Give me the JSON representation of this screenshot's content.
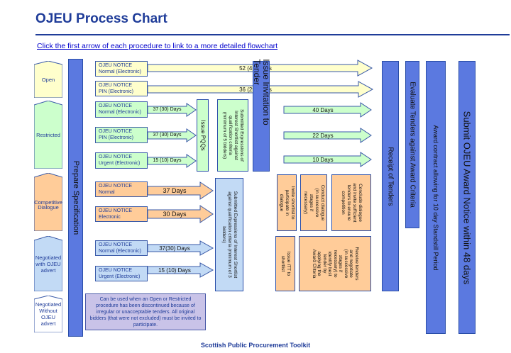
{
  "header": {
    "title": "OJEU Process Chart",
    "subtitle": "Click the first arrow of each procedure to link to a more detailed flowchart",
    "footer": "Scottish Public Procurement  Toolkit"
  },
  "procedures": {
    "open": "Open",
    "restricted": "Restricted",
    "competitive_dialogue": [
      "Competitive",
      "Dialogue"
    ],
    "negotiated_with": [
      "Negotiated",
      "with OJEU",
      "advert"
    ],
    "negotiated_without": [
      "Negotiated",
      "Without",
      "OJEU",
      "advert"
    ]
  },
  "notices": {
    "open_normal": [
      "OJEU NOTICE",
      "Normal (Electronic)"
    ],
    "open_pin": [
      "OJEU NOTICE",
      "PIN (Electronic)"
    ],
    "restricted_normal": [
      "OJEU NOTICE",
      "Normal (Electronic)"
    ],
    "restricted_pin": [
      "OJEU NOTICE",
      "PIN (Electronic)"
    ],
    "restricted_urgent": [
      "OJEU NOTICE",
      "Urgent (Electronic)"
    ],
    "cd_normal": [
      "OJEU NOTICE",
      "Normal"
    ],
    "cd_electronic": [
      "OJEU NOTICE",
      "Electronic"
    ],
    "neg_normal": [
      "OJEU NOTICE",
      "Normal (Electronic)"
    ],
    "neg_urgent": [
      "OJEU NOTICE",
      "Urgent (Electronic)"
    ]
  },
  "arrows": {
    "open_52": "52 (45) Days",
    "open_36": "36 (29) Days",
    "r_37": "37 (30) Days",
    "r_37b": "37 (30) Days",
    "r_15": "15 (10) Days",
    "r_40": "40 Days",
    "r_22": "22 Days",
    "r_10": "10 Days",
    "cd_37": "37 Days",
    "cd_30": "30 Days",
    "n_37": "37(30)  Days",
    "n_15": "15 (10) Days"
  },
  "bars": {
    "prepare": "Prepare Specification",
    "issue_pqqs": "Issue PQQs",
    "submitted_restricted": [
      "Submitted Expressions of",
      "Interest Shortlist against",
      "qualification criteria",
      "(minimum of 5 bidders)"
    ],
    "issue_invitation": [
      "Issue Invitation to",
      "Tender"
    ],
    "submitted_cd": [
      "Submitted Expressions of Interest Shortlist",
      "against qualification criteria (minimum of 3",
      "bidders)"
    ],
    "receipt": "Receipt of Tenders",
    "evaluate": "Evaluate Tenders against   Award Criteria",
    "standstill": "Award contract allowing for 10 day Standstill Period",
    "submit_notice": "Submit OJEU Award Notice within 48 days"
  },
  "boxes": {
    "invite_shortlist": [
      "Invite shortlist to",
      "participate in",
      "dialogue"
    ],
    "conduct_dialogue": [
      "Conduct dialogue",
      "(in successive",
      "stages if",
      "necessary)"
    ],
    "conclude_dialogue": [
      "Conclude dialogue",
      "and invite sufficient",
      "tenders to ensure",
      "competition"
    ],
    "issue_itt": [
      "Issue ITT to",
      "shortlist"
    ],
    "receive_tenders": [
      "Receive tenders",
      "and negotiate",
      "(in successive",
      "stages if",
      "necessary) to",
      "identify best",
      "tender by",
      "applying the",
      "Award Criteria"
    ]
  },
  "note": "Can be used when an Open or Restricted procedure  has been discontinued because of irregular or unacceptable tenders. All original bidders (that were not excluded) must be invited to participate.",
  "colors": {
    "blue": "#2a4ea8",
    "barfill": "#5b79e0",
    "open_fill": "#ffffcc",
    "restricted_fill": "#ccffcc",
    "cd_fill": "#ffcc99",
    "neg_fill": "#c2daf5",
    "neg_without_fill": "#ffffff",
    "note_fill": "#c9c3e8"
  }
}
